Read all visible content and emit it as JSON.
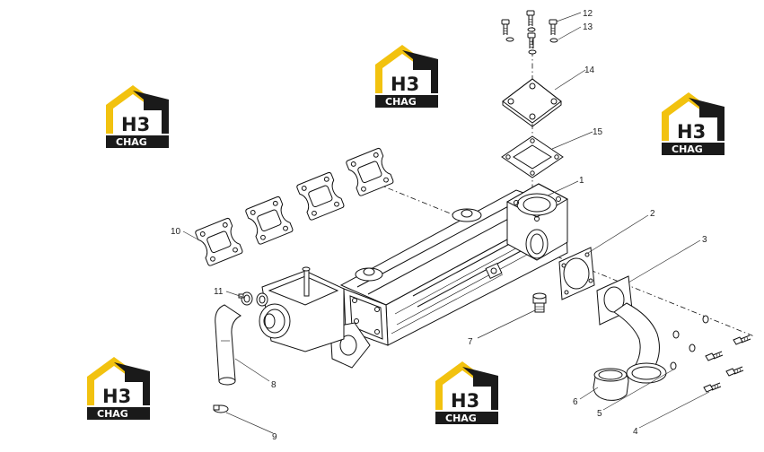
{
  "watermark": {
    "symbol": "H3",
    "word": "CHAG",
    "colors": {
      "gold": "#f2c20f",
      "black": "#1a1a1a",
      "white": "#ffffff"
    }
  },
  "callouts": [
    {
      "id": "c1",
      "label": "1"
    },
    {
      "id": "c2",
      "label": "2"
    },
    {
      "id": "c3",
      "label": "3"
    },
    {
      "id": "c4",
      "label": "4"
    },
    {
      "id": "c5",
      "label": "5"
    },
    {
      "id": "c6",
      "label": "6"
    },
    {
      "id": "c7",
      "label": "7"
    },
    {
      "id": "c8",
      "label": "8"
    },
    {
      "id": "c9",
      "label": "9"
    },
    {
      "id": "c10",
      "label": "10"
    },
    {
      "id": "c11",
      "label": "11"
    },
    {
      "id": "c12",
      "label": "12"
    },
    {
      "id": "c13",
      "label": "13"
    },
    {
      "id": "c14",
      "label": "14"
    },
    {
      "id": "c15",
      "label": "15"
    }
  ]
}
